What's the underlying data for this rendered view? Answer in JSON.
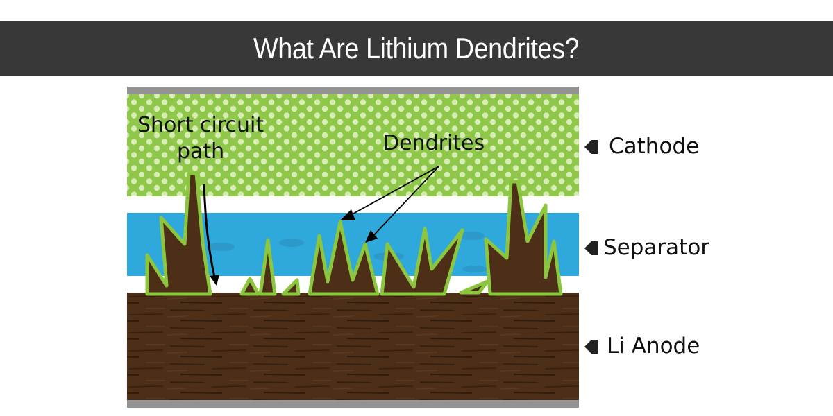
{
  "header": {
    "title": "What Are Lithium Dendrites?"
  },
  "diagram": {
    "layers": [
      {
        "name": "Cathode",
        "color": "#8fc74a"
      },
      {
        "name": "Separator",
        "color": "#2fa9dc"
      },
      {
        "name": "Li Anode",
        "color": "#4a2d17"
      }
    ],
    "current_collector_color": "#939393",
    "dendrite_outline_color": "#8cc63f",
    "annotations": {
      "short_circuit_line1": "Short circuit",
      "short_circuit_line2": "path",
      "dendrites": "Dendrites"
    },
    "side_labels": {
      "cathode": "Cathode",
      "separator": "Separator",
      "anode": "Li Anode"
    }
  }
}
